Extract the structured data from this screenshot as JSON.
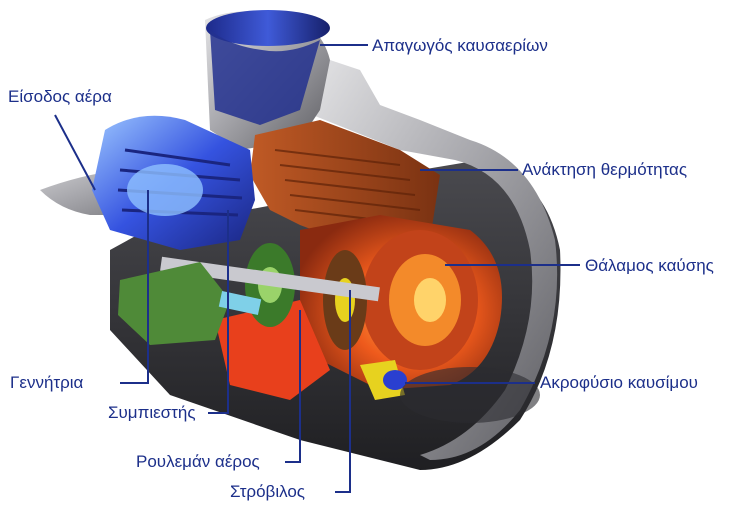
{
  "labels": {
    "exhaust": "Απαγωγός καυσαερίων",
    "air_inlet": "Είσοδος αέρα",
    "recuperator": "Ανάκτηση θερμότητας",
    "combustion_chamber": "Θάλαμος καύσης",
    "fuel_nozzle": "Ακροφύσιο καυσίμου",
    "generator": "Γεννήτρια",
    "compressor": "Συμπιεστής",
    "air_bearings": "Ρουλεμάν αέρος",
    "turbine": "Στρόβιλος"
  },
  "colors": {
    "label_text": "#1c2f8a",
    "leader_line": "#1c2f8a",
    "casing_grey": "#9a9a9e",
    "casing_light": "#d9d9dc",
    "casing_dark": "#3a3a3e",
    "hot_section_red": "#e8401c",
    "recuperator_brown": "#a0461e",
    "generator_blue": "#2a3fd0",
    "generator_light": "#7fb3ff",
    "compressor_green": "#3b7a2a",
    "fuel_nozzle_yellow": "#e7d21f"
  }
}
